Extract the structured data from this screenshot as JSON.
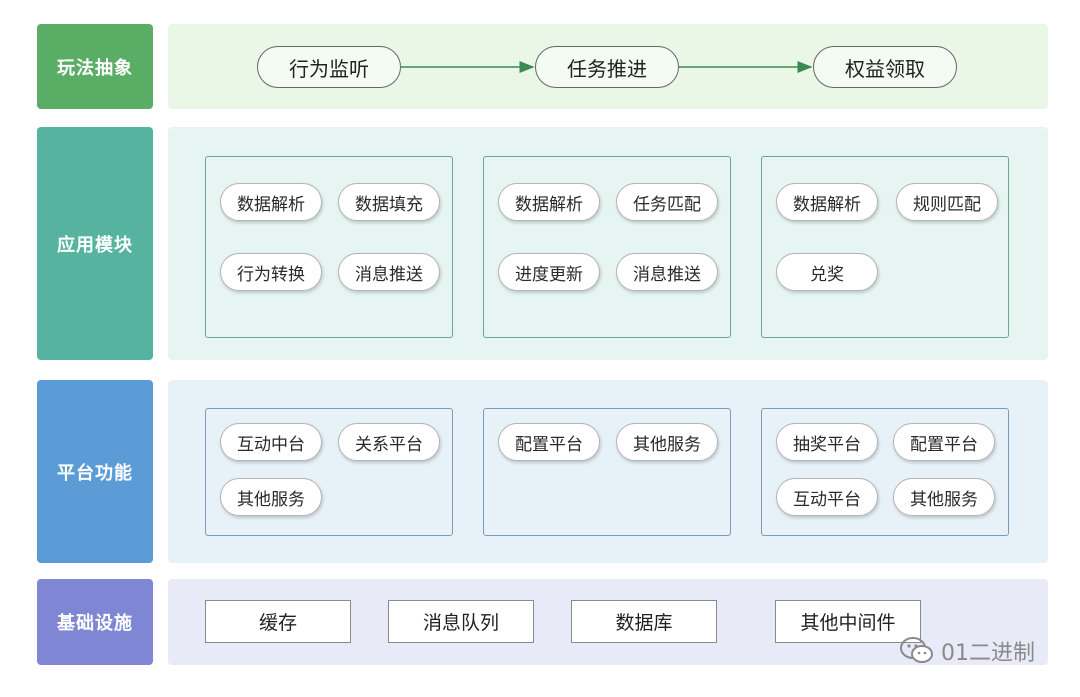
{
  "layers": {
    "abstraction": {
      "label": "玩法抽象",
      "color": "#5aad65",
      "band_color": "#eaf6e6",
      "flow": [
        "行为监听",
        "任务推进",
        "权益领取"
      ]
    },
    "modules": {
      "label": "应用模块",
      "color": "#55b3a0",
      "band_color": "#e6f5f2",
      "groups": [
        [
          "数据解析",
          "数据填充",
          "行为转换",
          "消息推送"
        ],
        [
          "数据解析",
          "任务匹配",
          "进度更新",
          "消息推送"
        ],
        [
          "数据解析",
          "规则匹配",
          "兑奖"
        ]
      ]
    },
    "platform": {
      "label": "平台功能",
      "color": "#5b9bd6",
      "band_color": "#e6f2f8",
      "groups": [
        [
          "互动中台",
          "关系平台",
          "其他服务"
        ],
        [
          "配置平台",
          "其他服务"
        ],
        [
          "抽奖平台",
          "配置平台",
          "互动平台",
          "其他服务"
        ]
      ]
    },
    "infra": {
      "label": "基础设施",
      "color": "#7f86d3",
      "band_color": "#e8eaf7",
      "items": [
        "缓存",
        "消息队列",
        "数据库",
        "其他中间件"
      ]
    }
  },
  "watermark": "01二进制",
  "watermark_icon": "wechat-icon"
}
